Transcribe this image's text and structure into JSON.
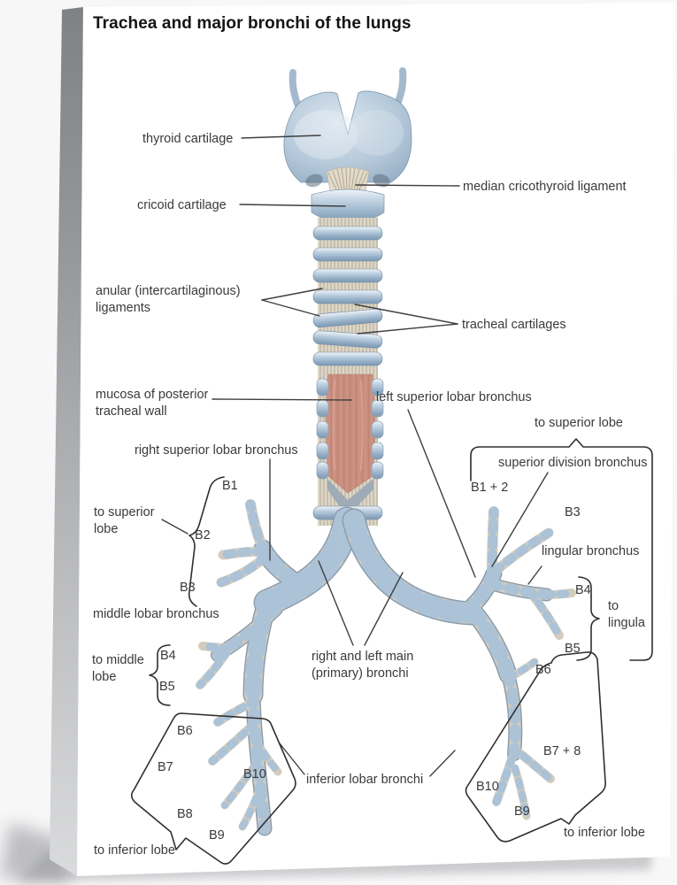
{
  "artwork": {
    "title": "Trachea and major bronchi of the lungs",
    "labels": {
      "thyroid_cartilage": "thyroid cartilage",
      "median_cricothyroid_ligament": "median cricothyroid ligament",
      "cricoid_cartilage": "cricoid cartilage",
      "anular_ligaments": "anular (intercartilaginous)\nligaments",
      "tracheal_cartilages": "tracheal cartilages",
      "mucosa_posterior_wall": "mucosa of posterior\ntracheal wall",
      "right_superior_lobar_bronchus": "right superior lobar bronchus",
      "left_superior_lobar_bronchus": "left superior lobar bronchus",
      "superior_division_bronchus": "superior division bronchus",
      "lingular_bronchus": "lingular bronchus",
      "middle_lobar_bronchus": "middle lobar bronchus",
      "main_bronchi": "right and left main\n(primary) bronchi",
      "inferior_lobar_bronchi": "inferior lobar bronchi",
      "to_superior_lobe_left": "to superior\nlobe",
      "to_superior_lobe_right": "to superior lobe",
      "to_middle_lobe": "to middle\nlobe",
      "to_lingula": "to\nlingula",
      "to_inferior_lobe_left": "to inferior lobe",
      "to_inferior_lobe_right": "to inferior lobe"
    },
    "segmental_bronchi": {
      "right_lung": {
        "b1": "B1",
        "b2": "B2",
        "b3": "B3",
        "b4": "B4",
        "b5": "B5",
        "b6": "B6",
        "b7": "B7",
        "b8": "B8",
        "b9": "B9",
        "b10": "B10"
      },
      "left_lung": {
        "b1_2": "B1 + 2",
        "b3": "B3",
        "b4": "B4",
        "b5": "B5",
        "b6": "B6",
        "b7_8": "B7 + 8",
        "b9": "B9",
        "b10": "B10"
      }
    },
    "palette": {
      "cartilage_blue": "#a9c3da",
      "cartilage_shadow": "#7e9ab3",
      "ligament_beige": "#ded7c8",
      "mucosa_pink": "#cd9182",
      "leader_line": "#3f3f3f",
      "label_text": "#3a3a3a",
      "canvas_face": "#ffffff",
      "canvas_side": "#97999c",
      "background": "#f7f7f8"
    }
  }
}
